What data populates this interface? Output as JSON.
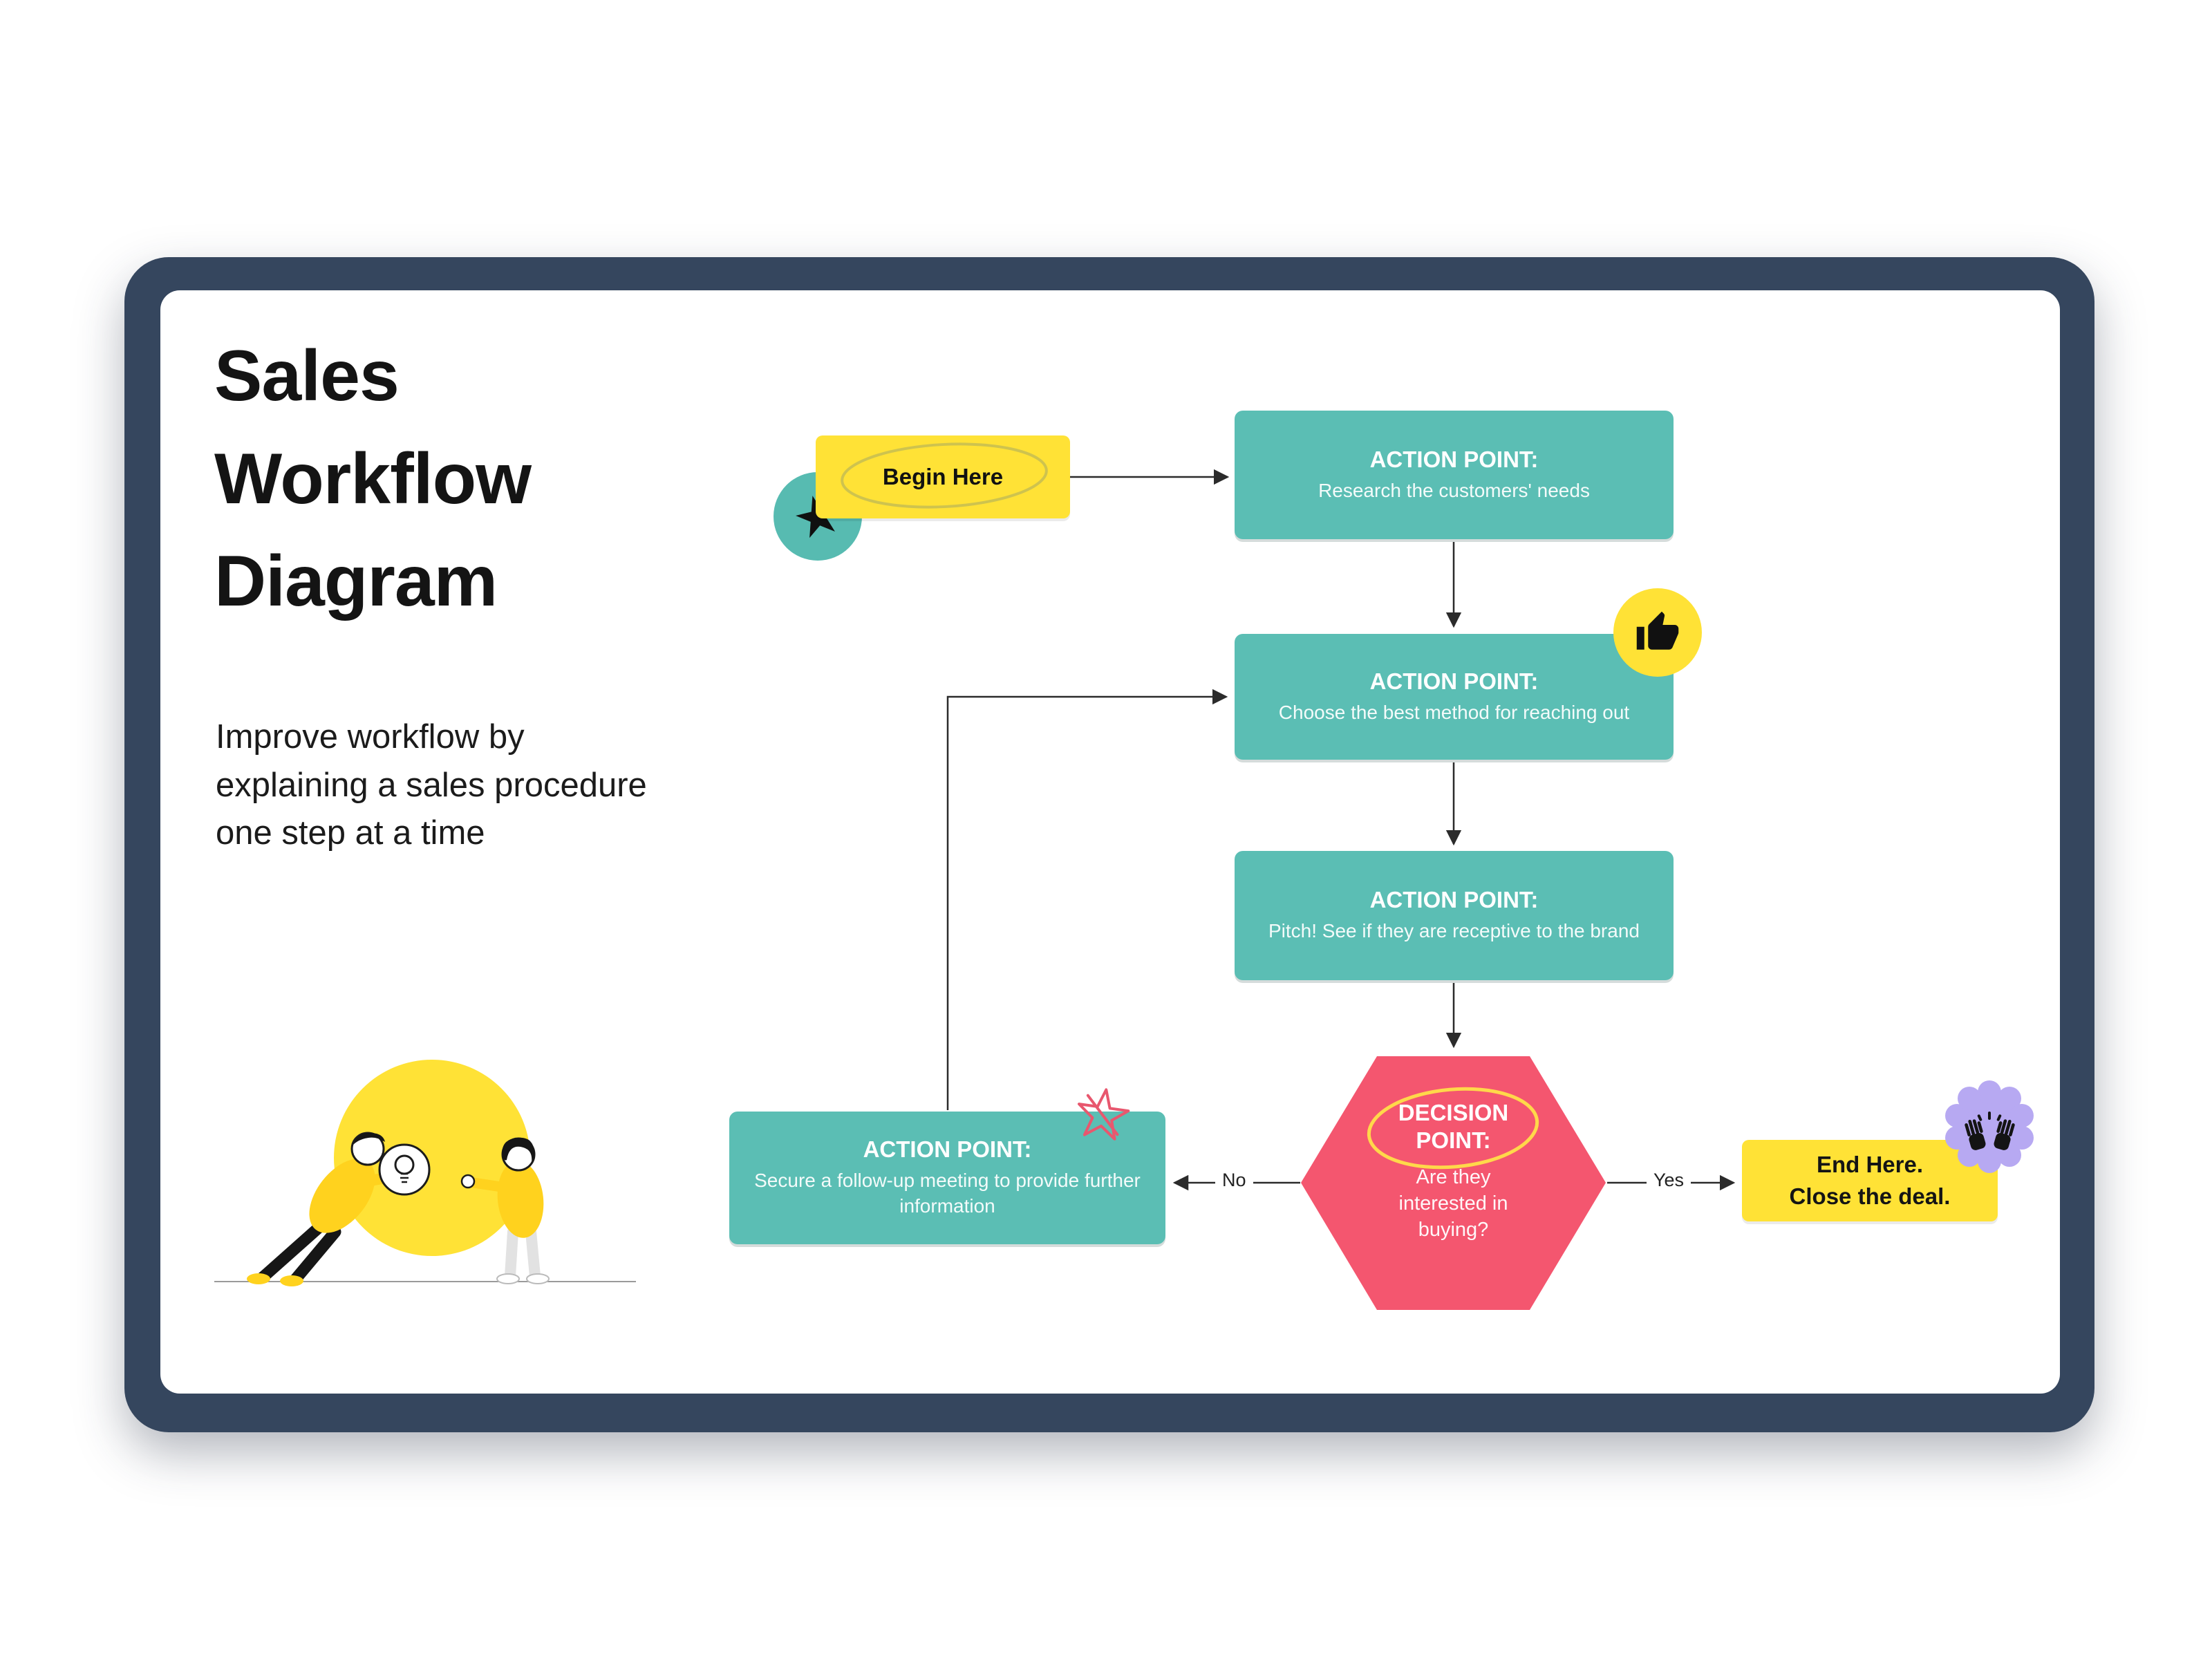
{
  "slide": {
    "title": "Sales Workflow Diagram",
    "subtitle": "Improve workflow by explaining a sales procedure one step at a time"
  },
  "flowchart": {
    "begin_label": "Begin Here",
    "action_research": {
      "heading": "ACTION POINT:",
      "body": "Research the customers' needs"
    },
    "action_method": {
      "heading": "ACTION POINT:",
      "body": "Choose the best method for reaching out"
    },
    "action_pitch": {
      "heading": "ACTION POINT:",
      "body": "Pitch! See if they are receptive to the brand"
    },
    "action_followup": {
      "heading": "ACTION POINT:",
      "body": "Secure a follow-up meeting to provide further information"
    },
    "decision": {
      "heading": "DECISION POINT:",
      "body": "Are they interested in buying?"
    },
    "end": {
      "line1": "End Here.",
      "line2": "Close the deal."
    },
    "edge_yes": "Yes",
    "edge_no": "No"
  },
  "glyphs": {
    "star": "★"
  },
  "icons": {
    "begin_badge": "star-icon",
    "method_badge": "thumbs-up-icon",
    "end_badge": "raised-hands-icon",
    "followup_doodle": "scribble-star-icon",
    "decision_doodle": "yellow-circle-scribble"
  },
  "colors": {
    "frame": "#35465E",
    "teal": "#5BBEB4",
    "yellow": "#FFE236",
    "pink": "#F4566F",
    "lavender": "#B7A9F2",
    "connector": "#2B2B2B"
  }
}
